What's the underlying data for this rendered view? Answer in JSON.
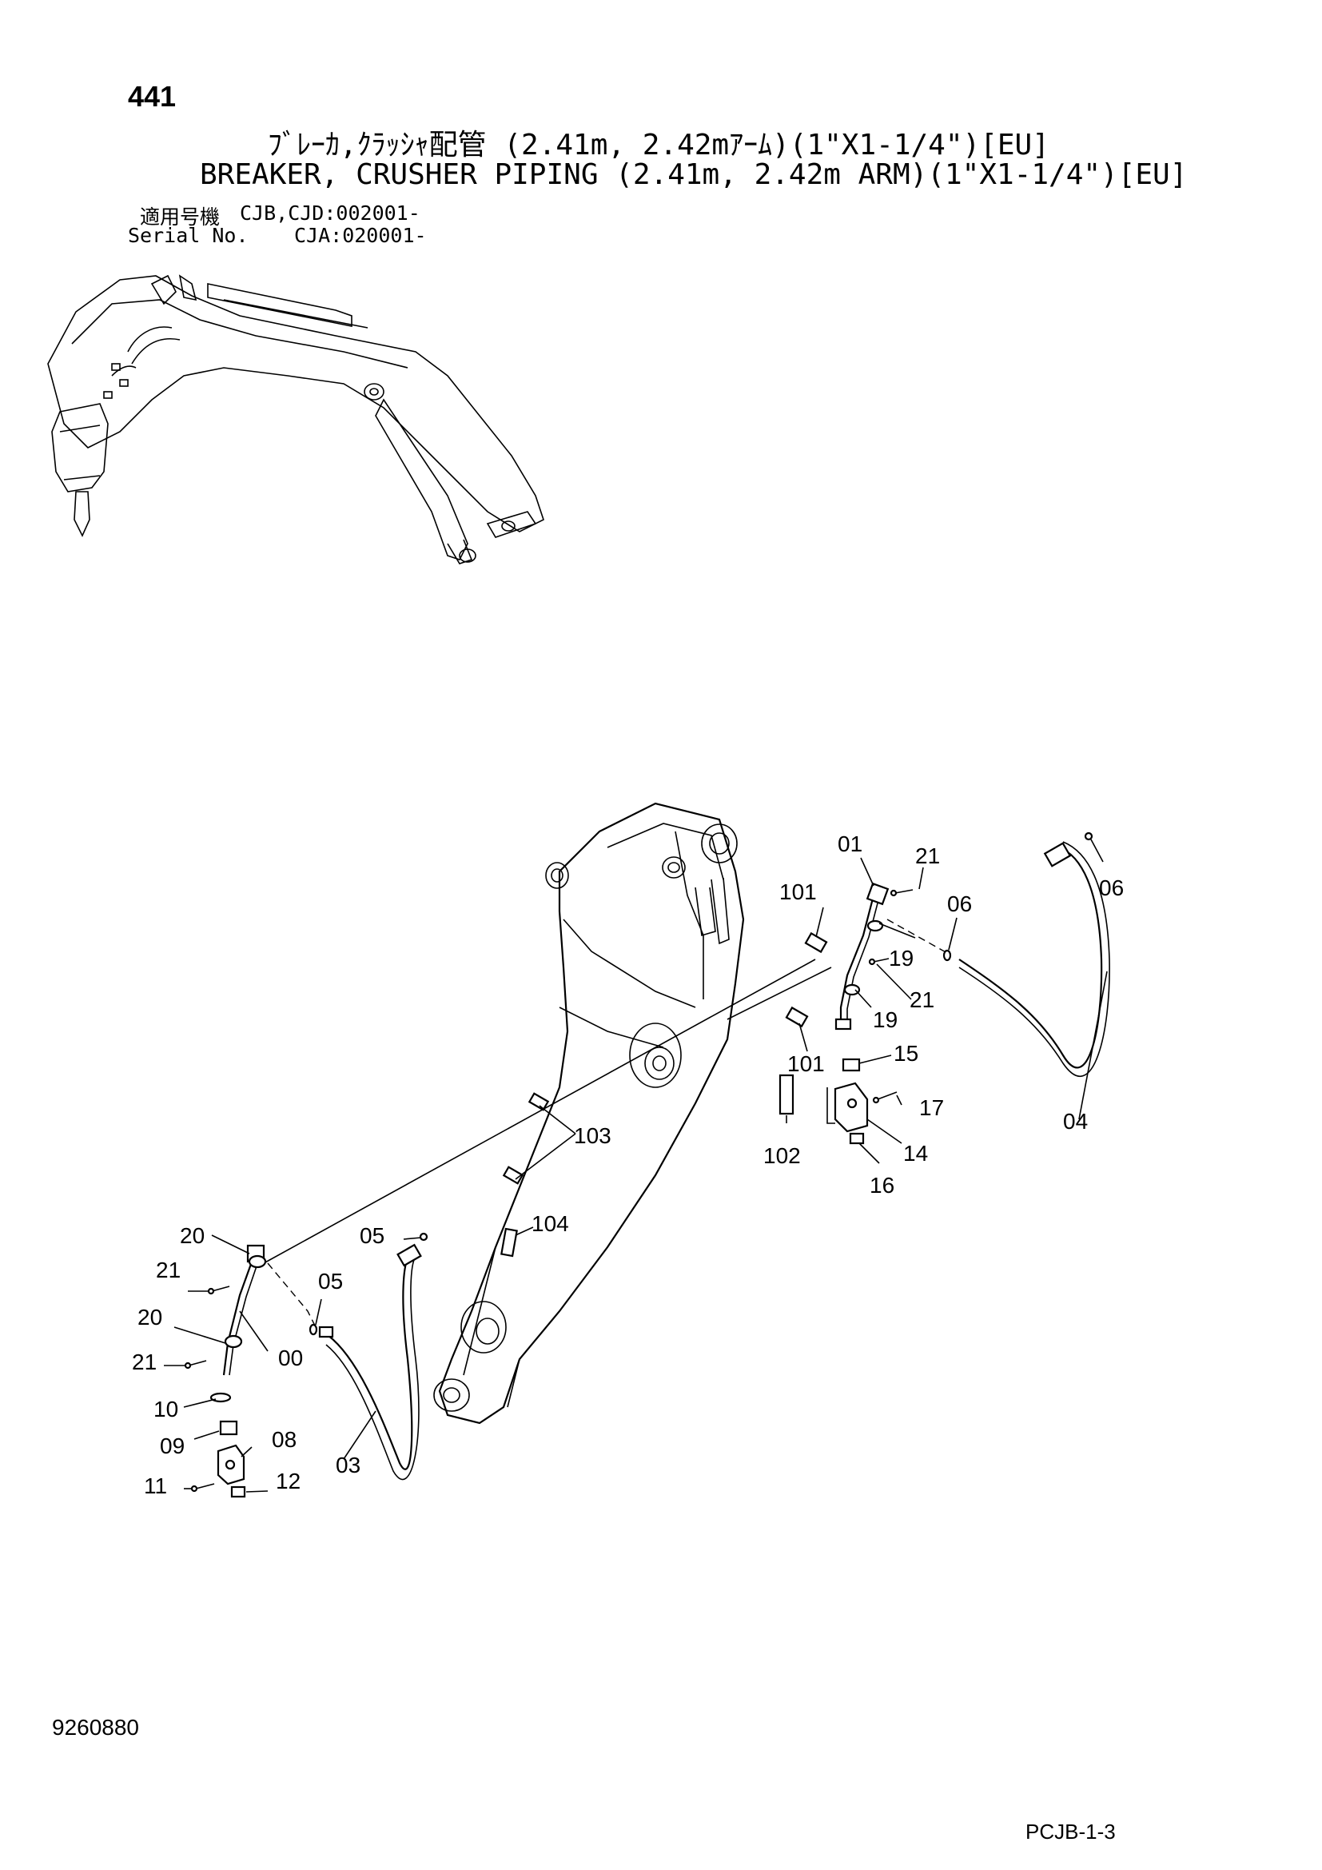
{
  "header": {
    "page_number": "441",
    "title_jp": "ﾌﾞﾚｰｶ,ｸﾗｯｼｬ配管 (2.41m, 2.42mｱｰﾑ)(1\"X1-1/4\")[EU]",
    "title_en": "BREAKER, CRUSHER PIPING (2.41m, 2.42m ARM)(1\"X1-1/4\")[EU]",
    "serial_jp_label": "適用号機",
    "serial_jp_value": "CJB,CJD:002001-",
    "serial_en_label": "Serial No.",
    "serial_en_value": "CJA:020001-"
  },
  "footer": {
    "drawing_number": "9260880",
    "page_code": "PCJB-1-3"
  },
  "callouts": {
    "p00": "00",
    "p01": "01",
    "p03": "03",
    "p04": "04",
    "p05a": "05",
    "p05b": "05",
    "p06a": "06",
    "p06b": "06",
    "p08": "08",
    "p09": "09",
    "p10": "10",
    "p11": "11",
    "p12": "12",
    "p14": "14",
    "p15": "15",
    "p16": "16",
    "p17": "17",
    "p19a": "19",
    "p19b": "19",
    "p20a": "20",
    "p20b": "20",
    "p21a": "21",
    "p21b": "21",
    "p21c": "21",
    "p21d": "21",
    "p101a": "101",
    "p101b": "101",
    "p102": "102",
    "p103": "103",
    "p104": "104"
  }
}
